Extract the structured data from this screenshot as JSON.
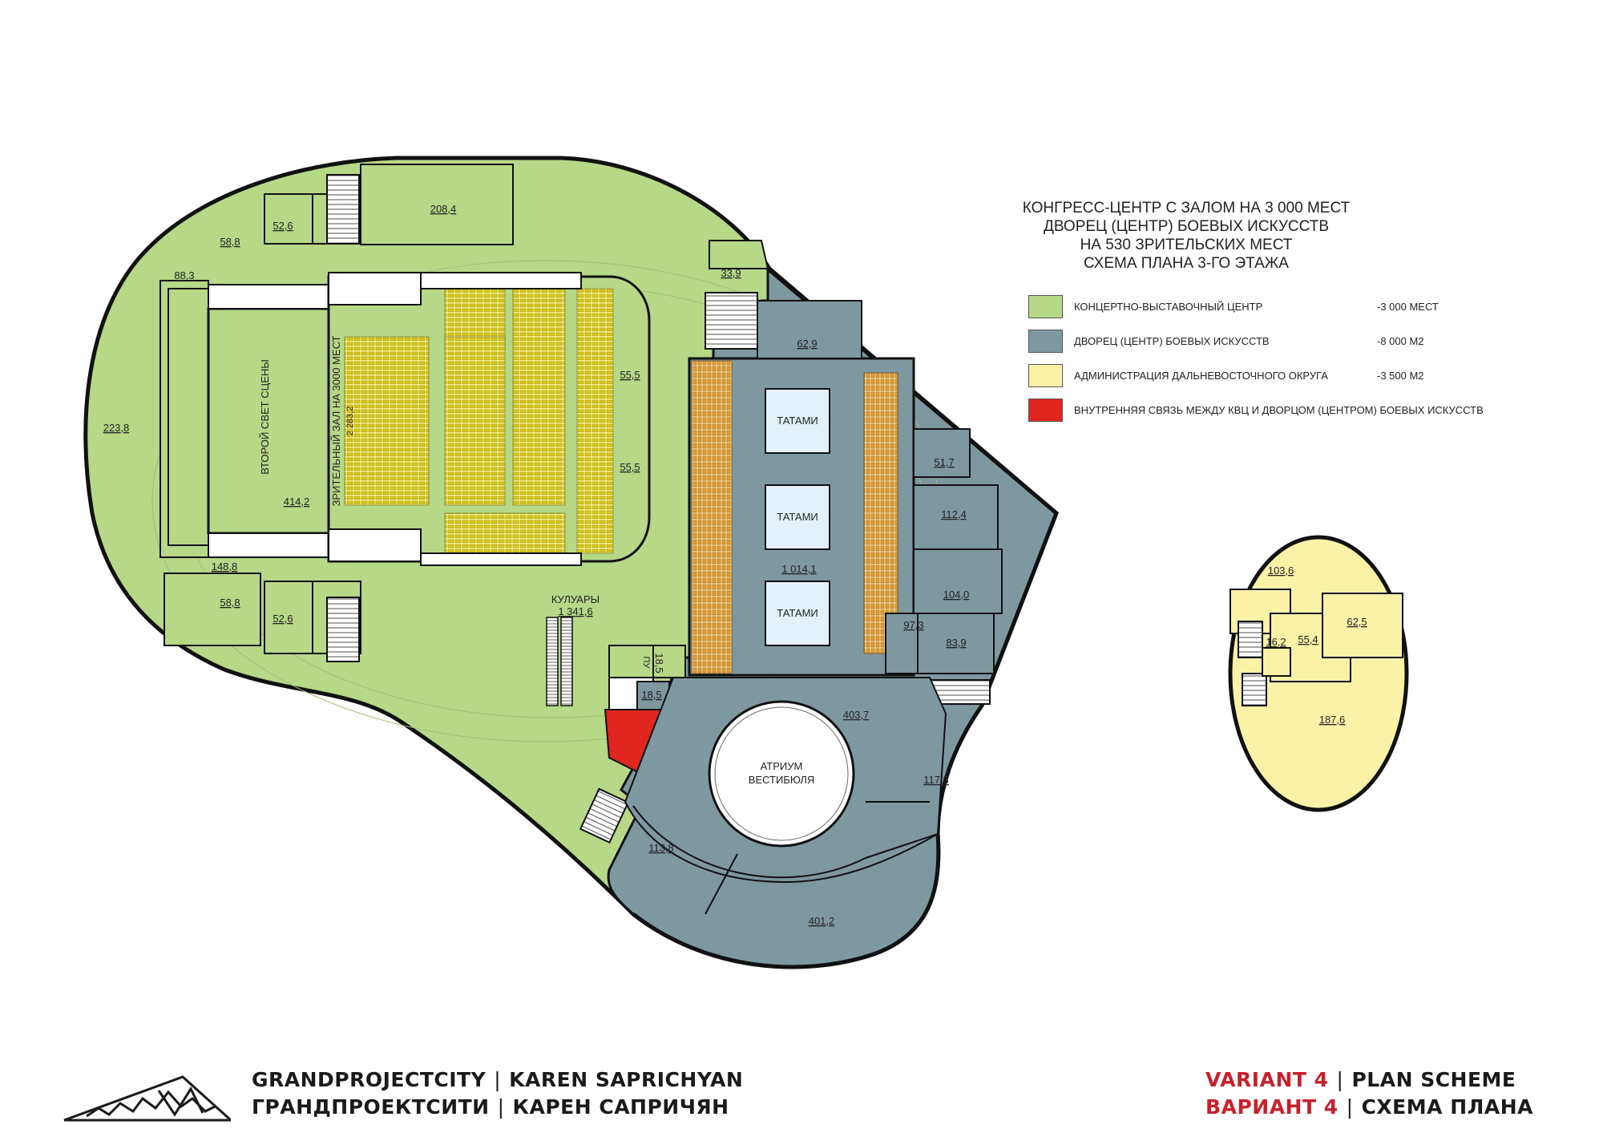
{
  "title": {
    "line1": "КОНГРЕСС-ЦЕНТР С ЗАЛОМ НА 3 000 МЕСТ",
    "line2": "ДВОРЕЦ (ЦЕНТР) БОЕВЫХ ИСКУССТВ",
    "line3": "НА 530 ЗРИТЕЛЬСКИХ МЕСТ",
    "line4": "СХЕМА ПЛАНА 3-ГО ЭТАЖА"
  },
  "colors": {
    "green": "#b6d887",
    "slate": "#7e98a0",
    "yellow": "#fbf2a8",
    "red": "#e0261f",
    "seat": "#e2d42a",
    "seat_orange": "#e6ad4a",
    "tatami": "#e4f1fa",
    "outline": "#111111"
  },
  "legend": [
    {
      "label": "КОНЦЕРТНО-ВЫСТАВОЧНЫЙ ЦЕНТР",
      "value": "-3 000 МЕСТ",
      "color": "#b6d887"
    },
    {
      "label": "ДВОРЕЦ (ЦЕНТР) БОЕВЫХ ИСКУССТВ",
      "value": "-8 000 М2",
      "color": "#7e98a0"
    },
    {
      "label": "АДМИНИСТРАЦИЯ ДАЛЬНЕВОСТОЧНОГО ОКРУГА",
      "value": "-3 500 М2",
      "color": "#fbf2a8"
    },
    {
      "label": "ВНУТРЕННЯЯ СВЯЗЬ МЕЖДУ КВЦ И ДВОРЦОМ (ЦЕНТРОМ) БОЕВЫХ ИСКУССТВ",
      "value": "",
      "color": "#e0261f"
    }
  ],
  "rooms": {
    "r208": "208,4",
    "r52a": "52,6",
    "r58a": "58,8",
    "r88": "88,3",
    "r223": "223,8",
    "r414": "414,2",
    "r148": "148,8",
    "r58b": "58,8",
    "r52b": "52,6",
    "r555a": "55,5",
    "r555b": "55,5",
    "r339": "33,9",
    "r629": "62,9",
    "r517": "51,7",
    "r1124": "112,4",
    "r1040": "104,0",
    "r973": "97,3",
    "r839": "83,9",
    "r10141": "1 014,1",
    "r185a": "18,5",
    "r185b": "18,5",
    "r4037": "403,7",
    "r1173": "117,3",
    "r1138": "113,8",
    "r4012": "401,2",
    "r1036": "103,6",
    "r554": "55,4",
    "r625": "62,5",
    "r162": "16,2",
    "r1876": "187,6"
  },
  "labels": {
    "stage": "ВТОРОЙ СВЕТ СЦЕНЫ",
    "hall": "ЗРИТЕЛЬНЫЙ ЗАЛ НА 3000 МЕСТ",
    "hall_area": "2 283,2",
    "kuluary": "КУЛУАРЫ",
    "kuluary_area": "1 341,6",
    "tatami1": "ТАТАМИ",
    "tatami2": "ТАТАМИ",
    "tatami3": "ТАТАМИ",
    "atrium1": "АТРИУМ",
    "atrium2": "ВЕСТИБЮЛЯ",
    "pk": "ПУ"
  },
  "footer": {
    "brand_en": "GRANDPROJECTCITY",
    "author_en": "KAREN SAPRICHYAN",
    "brand_ru": "ГРАНДПРОЕКТСИТИ",
    "author_ru": "КАРЕН САПРИЧЯН",
    "variant_en": "VARIANT 4",
    "scheme_en": "PLAN SCHEME",
    "variant_ru": "ВАРИАНТ 4",
    "scheme_ru": "СХЕМА ПЛАНА",
    "separator": "|"
  }
}
